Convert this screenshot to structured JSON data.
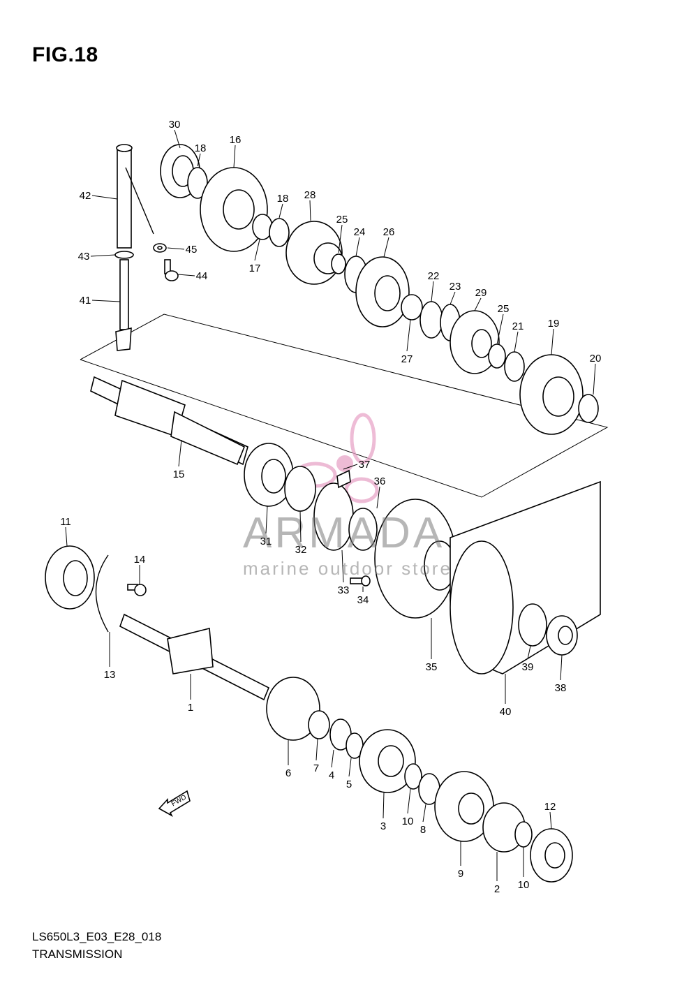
{
  "figure_title": "FIG.18",
  "footer": {
    "code": "LS650L3_E03_E28_018",
    "name": "TRANSMISSION"
  },
  "watermark": {
    "brand": "ARMADA",
    "tagline": "marine outdoor store",
    "color": "#e8a5c8"
  },
  "fwd_label": "FWD",
  "callouts": [
    {
      "id": "30",
      "label": "30"
    },
    {
      "id": "18a",
      "label": "18"
    },
    {
      "id": "16",
      "label": "16"
    },
    {
      "id": "42",
      "label": "42"
    },
    {
      "id": "18b",
      "label": "18"
    },
    {
      "id": "28",
      "label": "28"
    },
    {
      "id": "45",
      "label": "45"
    },
    {
      "id": "17",
      "label": "17"
    },
    {
      "id": "25a",
      "label": "25"
    },
    {
      "id": "24",
      "label": "24"
    },
    {
      "id": "26",
      "label": "26"
    },
    {
      "id": "43",
      "label": "43"
    },
    {
      "id": "44",
      "label": "44"
    },
    {
      "id": "41",
      "label": "41"
    },
    {
      "id": "22",
      "label": "22"
    },
    {
      "id": "23",
      "label": "23"
    },
    {
      "id": "29",
      "label": "29"
    },
    {
      "id": "25b",
      "label": "25"
    },
    {
      "id": "21",
      "label": "21"
    },
    {
      "id": "19",
      "label": "19"
    },
    {
      "id": "27",
      "label": "27"
    },
    {
      "id": "20",
      "label": "20"
    },
    {
      "id": "15",
      "label": "15"
    },
    {
      "id": "37",
      "label": "37"
    },
    {
      "id": "36",
      "label": "36"
    },
    {
      "id": "11",
      "label": "11"
    },
    {
      "id": "31",
      "label": "31"
    },
    {
      "id": "32",
      "label": "32"
    },
    {
      "id": "14",
      "label": "14"
    },
    {
      "id": "33",
      "label": "33"
    },
    {
      "id": "34",
      "label": "34"
    },
    {
      "id": "13",
      "label": "13"
    },
    {
      "id": "35",
      "label": "35"
    },
    {
      "id": "39",
      "label": "39"
    },
    {
      "id": "38",
      "label": "38"
    },
    {
      "id": "40",
      "label": "40"
    },
    {
      "id": "1",
      "label": "1"
    },
    {
      "id": "6",
      "label": "6"
    },
    {
      "id": "7",
      "label": "7"
    },
    {
      "id": "4",
      "label": "4"
    },
    {
      "id": "5",
      "label": "5"
    },
    {
      "id": "3",
      "label": "3"
    },
    {
      "id": "10a",
      "label": "10"
    },
    {
      "id": "8",
      "label": "8"
    },
    {
      "id": "12",
      "label": "12"
    },
    {
      "id": "9",
      "label": "9"
    },
    {
      "id": "2",
      "label": "2"
    },
    {
      "id": "10b",
      "label": "10"
    }
  ]
}
